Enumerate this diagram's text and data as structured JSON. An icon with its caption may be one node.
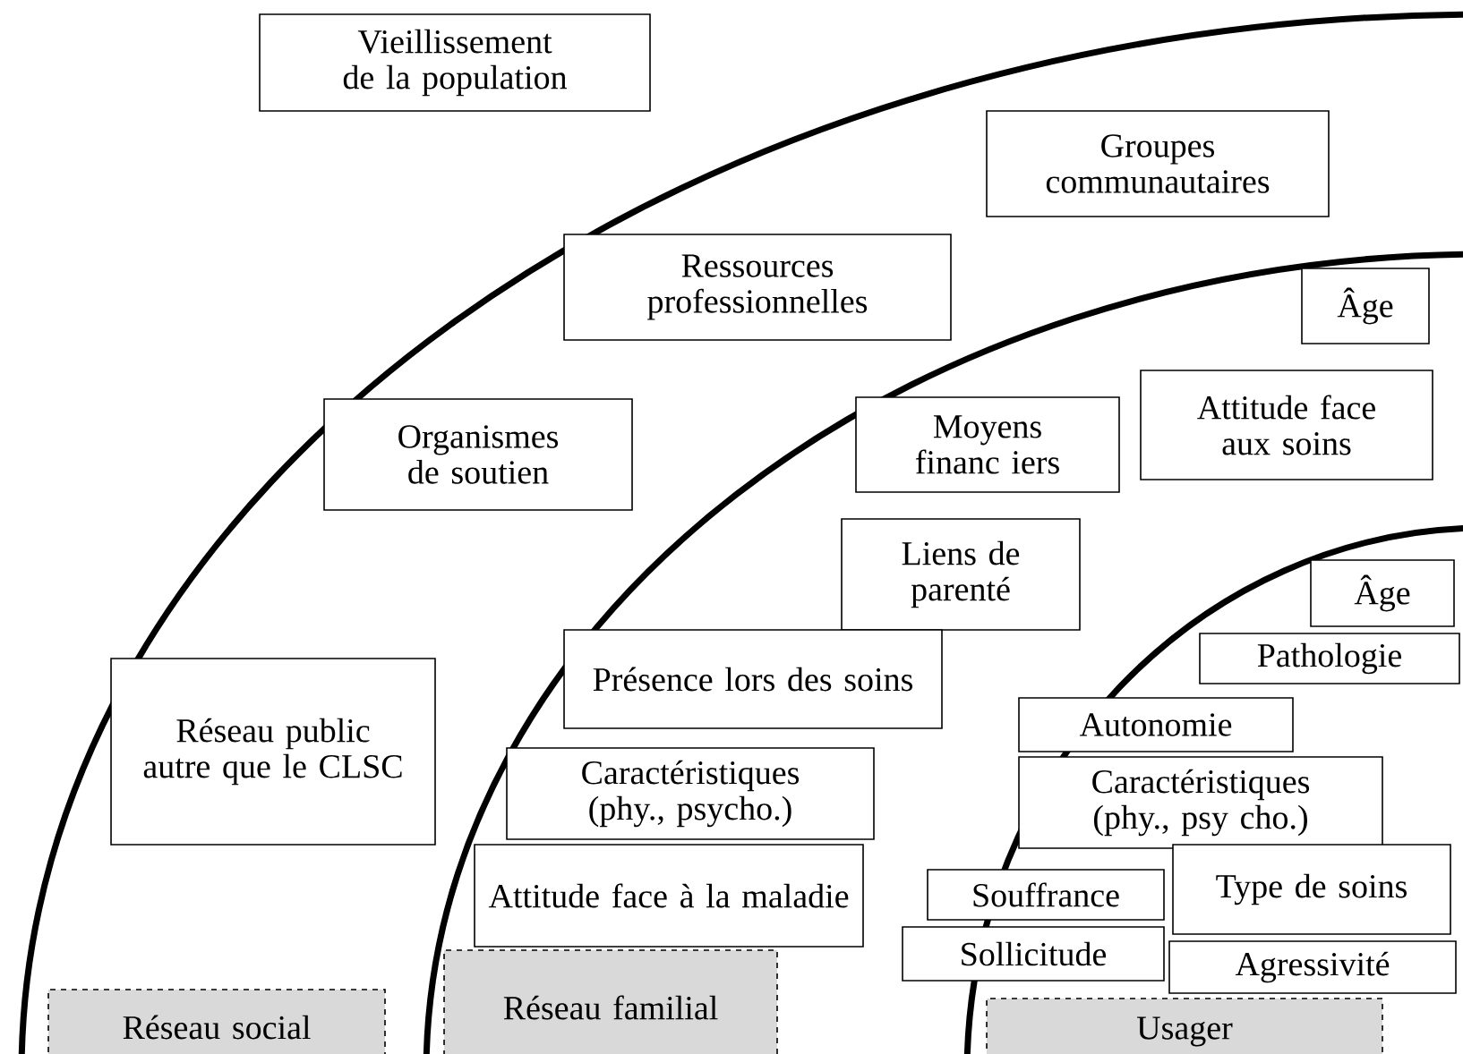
{
  "diagram": {
    "nodes": [
      {
        "text": [
          "Vieillissement de la population"
        ]
      },
      {
        "text": [
          "Groupes communautaires"
        ]
      },
      {
        "text": [
          "Ressources professionnelles"
        ]
      },
      {
        "text": [
          "Âge"
        ]
      },
      {
        "text": [
          "Organismes de soutien"
        ]
      },
      {
        "text": [
          "Moyens financ iers"
        ]
      },
      {
        "text": [
          "Attitude face aux soins"
        ]
      },
      {
        "text": [
          "Liens de parenté"
        ]
      },
      {
        "text": [
          "Âge"
        ]
      },
      {
        "text": [
          "Présence lors des soins"
        ]
      },
      {
        "text": [
          "Pathologie"
        ]
      },
      {
        "text": [
          "Réseau public autre que le CLSC"
        ]
      },
      {
        "text": [
          "Autonomie"
        ]
      },
      {
        "text": [
          "Caractéristiques (phy., psycho.)"
        ]
      },
      {
        "text": [
          "Caractéristiques (phy., psy cho.)"
        ]
      },
      {
        "text": [
          "Attitude face à la maladie"
        ]
      },
      {
        "text": [
          "Souffrance"
        ]
      },
      {
        "text": [
          "Type de soins"
        ]
      },
      {
        "text": [
          "Sollicitude"
        ]
      },
      {
        "text": [
          "Agressivité"
        ]
      },
      {
        "text": [
          "Réseau social"
        ]
      },
      {
        "text": [
          "Réseau familial"
        ]
      },
      {
        "text": [
          "Usager"
        ]
      }
    ]
  }
}
